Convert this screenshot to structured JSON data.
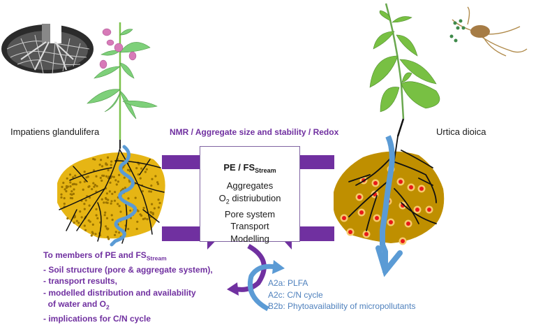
{
  "species": {
    "left": "Impatiens glandulifera",
    "right": "Urtica dioica"
  },
  "methods_label": "NMR / Aggregate size and stability / Redox",
  "center_box": {
    "title_main": "PE  / FS",
    "title_sub": "Stream",
    "items": [
      "Aggregates",
      "O",
      "distriubution",
      "Pore system",
      "Transport",
      "Modelling"
    ],
    "o2_sub": "2"
  },
  "output_block": {
    "heading_main": "To members of PE and FS",
    "heading_sub": "Stream",
    "lines": [
      "- Soil structure (pore & aggregate system),",
      "- transport results,",
      "- modelled distribution and availability",
      "  of water and O",
      "- implications for C/N cycle"
    ],
    "o2_sub": "2"
  },
  "links": [
    "A2a: PLFA",
    "A2c: C/N cycle",
    "B2b: Phytoavailability of micropollutants"
  ],
  "colors": {
    "purple": "#7030a0",
    "arrow_purple": "#7030a0",
    "blue": "#5b9bd5",
    "link_blue": "#4f81bd",
    "soil_brown": "#bf8f00",
    "aggregate_yellow": "#f2c200",
    "hotspot_red": "#e81919"
  }
}
